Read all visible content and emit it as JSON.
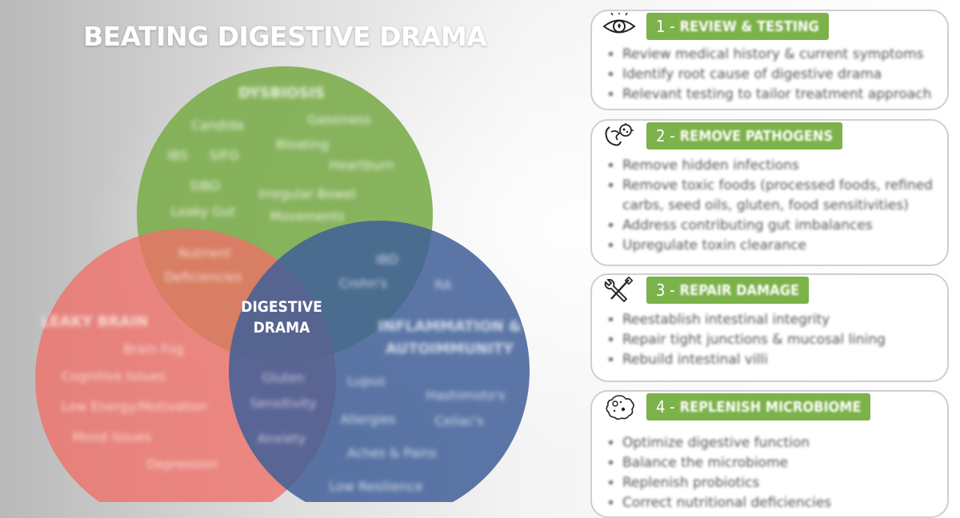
{
  "title": "BEATING DIGESTIVE DRAMA",
  "venn": {
    "center_label_line1": "DIGESTIVE",
    "center_label_line2": "DRAMA",
    "green": {
      "title": "DYSBIOSIS",
      "color": "#7fae52",
      "items": [
        "Candida",
        "Gassiness",
        "IBS",
        "SIFO",
        "Bloating",
        "Heartburn",
        "SIBO",
        "Irregular Bowel",
        "Leaky Gut",
        "Movements"
      ]
    },
    "red": {
      "title": "LEAKY BRAIN",
      "color": "#f07067",
      "items": [
        "Brain Fog",
        "Cognitive Issues",
        "Low Energy/Motivation",
        "Mood Issues",
        "Depression"
      ]
    },
    "blue": {
      "title_line1": "INFLAMMATION &",
      "title_line2": "AUTOIMMUNITY",
      "color": "#3f5f98",
      "items": [
        "Lupus",
        "Hashimoto's",
        "Allergies",
        "Celiac's",
        "Aches & Pains",
        "Low Resilience"
      ]
    },
    "overlaps": {
      "green_red": [
        "Nutrient",
        "Deficiencies"
      ],
      "green_blue": [
        "IBD",
        "Crohn's",
        "RA"
      ],
      "red_blue": [
        "Gluten",
        "Sensitivity",
        "Anxiety"
      ]
    }
  },
  "steps": [
    {
      "number": "1 -",
      "label": "REVIEW & TESTING",
      "icon": "eye-icon",
      "items": [
        "Review medical history & current symptoms",
        "Identify root cause of digestive drama",
        "Relevant testing to tailor treatment approach"
      ]
    },
    {
      "number": "2 -",
      "label": "REMOVE PATHOGENS",
      "icon": "gut-pathogen-icon",
      "items": [
        "Remove hidden infections",
        "Remove toxic foods (processed foods, refined carbs, seed oils, gluten, food sensitivities)",
        "Address contributing gut imbalances",
        "Upregulate toxin clearance"
      ]
    },
    {
      "number": "3 -",
      "label": "REPAIR DAMAGE",
      "icon": "tools-icon",
      "items": [
        "Reestablish intestinal integrity",
        "Repair tight junctions & mucosal lining",
        "Rebuild intestinal villi"
      ]
    },
    {
      "number": "4 -",
      "label": "REPLENISH MICROBIOME",
      "icon": "microbe-icon",
      "items": [
        "Optimize digestive function",
        "Balance the microbiome",
        "Replenish probiotics",
        "Correct nutritional deficiencies"
      ]
    }
  ],
  "colors": {
    "accent_green": "#7cb24a",
    "panel_border": "#cfcfcf",
    "bullet_text": "#555555"
  }
}
